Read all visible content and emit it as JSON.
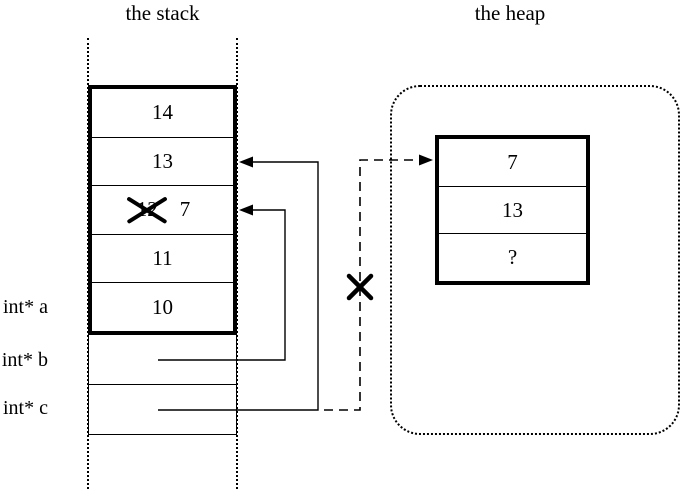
{
  "titles": {
    "stack": "the stack",
    "heap": "the heap"
  },
  "stack": {
    "frame_cells": [
      {
        "value": "14"
      },
      {
        "value": "13"
      },
      {
        "value": "12",
        "crossed_out": true,
        "new_value": "7"
      },
      {
        "value": "11"
      },
      {
        "value": "10"
      }
    ],
    "pointer_labels": [
      {
        "label": "int* a"
      },
      {
        "label": "int* b"
      },
      {
        "label": "int* c"
      }
    ]
  },
  "heap": {
    "cells": [
      {
        "value": "7"
      },
      {
        "value": "13"
      },
      {
        "value": "?"
      }
    ]
  },
  "markers": {
    "overwrite_cross": "✕",
    "dangling_cross": "✕"
  },
  "colors": {
    "line": "#000000",
    "background": "#ffffff"
  }
}
